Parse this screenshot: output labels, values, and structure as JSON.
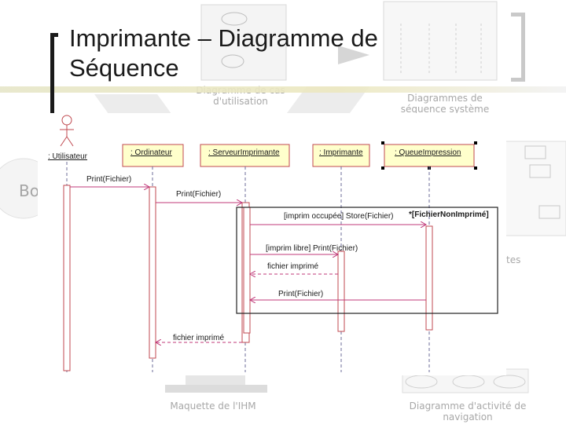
{
  "slide": {
    "title_line1": "Imprimante – Diagramme de",
    "title_line2": "Séquence"
  },
  "background": {
    "labels": {
      "use_case": "Diagramme de cas d'utilisation",
      "system_sequence": "Diagrammes de séquence système",
      "ihm_mockup": "Maquette de l'IHM",
      "navigation_activity": "Diagramme d'activité de navigation",
      "classes_fragment": "tes",
      "left_fragment": "Bo"
    }
  },
  "diagram": {
    "actor": ": Utilisateur",
    "objects": [
      ": Ordinateur",
      ": ServeurImprimante",
      ": Imprimante",
      ": QueueImpression"
    ],
    "messages": [
      "Print(Fichier)",
      "Print(Fichier)",
      "[imprim occupée] Store(Fichier)",
      "*[FichierNonImprimé]",
      "[imprim libre] Print(Fichier)",
      "fichier imprimé",
      "Print(Fichier)",
      "fichier imprimé"
    ]
  }
}
